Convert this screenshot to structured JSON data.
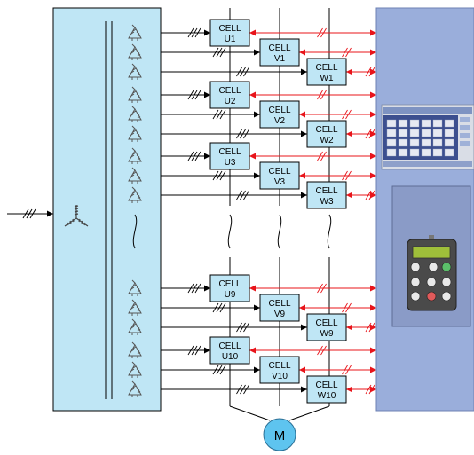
{
  "diagram": {
    "cells": [
      {
        "prefix": "CELL",
        "id": "U1"
      },
      {
        "prefix": "CELL",
        "id": "V1"
      },
      {
        "prefix": "CELL",
        "id": "W1"
      },
      {
        "prefix": "CELL",
        "id": "U2"
      },
      {
        "prefix": "CELL",
        "id": "V2"
      },
      {
        "prefix": "CELL",
        "id": "W2"
      },
      {
        "prefix": "CELL",
        "id": "U3"
      },
      {
        "prefix": "CELL",
        "id": "V3"
      },
      {
        "prefix": "CELL",
        "id": "W3"
      },
      {
        "prefix": "CELL",
        "id": "U9"
      },
      {
        "prefix": "CELL",
        "id": "V9"
      },
      {
        "prefix": "CELL",
        "id": "W9"
      },
      {
        "prefix": "CELL",
        "id": "U10"
      },
      {
        "prefix": "CELL",
        "id": "V10"
      },
      {
        "prefix": "CELL",
        "id": "W10"
      }
    ],
    "motor_label": "M",
    "colors": {
      "transformer_fill": "#bfe6f5",
      "cell_fill": "#bfe6f5",
      "controller_fill": "#9aaedb",
      "motor_fill": "#5ec4ef",
      "fiber_arrow": "#e8141a",
      "power_line": "#000000"
    },
    "icons": [
      "wye-winding-icon",
      "delta-winding-icon",
      "hmi-touchscreen-icon",
      "keypad-controller-icon",
      "motor-icon"
    ]
  }
}
